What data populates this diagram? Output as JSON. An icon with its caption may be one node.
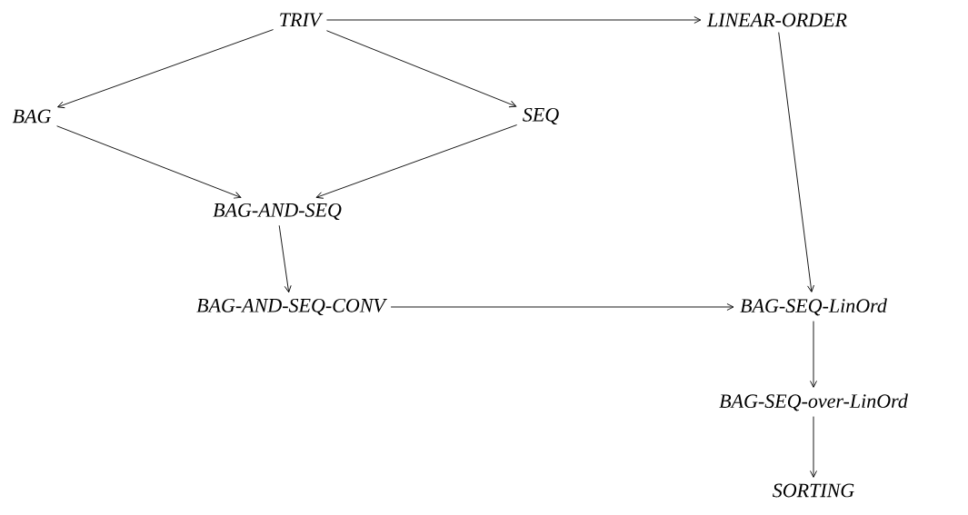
{
  "diagram": {
    "nodes": [
      {
        "text": [
          "TRIV"
        ]
      },
      {
        "text": [
          "LINEAR-ORDER"
        ]
      },
      {
        "text": [
          "BAG"
        ]
      },
      {
        "text": [
          "SEQ"
        ]
      },
      {
        "text": [
          "BAG-AND-SEQ"
        ]
      },
      {
        "text": [
          "BAG-AND-SEQ-CONV"
        ]
      },
      {
        "text": [
          "BAG-SEQ-LinOrd"
        ]
      },
      {
        "text": [
          "BAG-SEQ-over-LinOrd"
        ]
      },
      {
        "text": [
          "SORTING"
        ]
      }
    ],
    "edges": [
      {
        "from": 0,
        "to": 1,
        "arrow": "to"
      },
      {
        "from": 0,
        "to": 2,
        "arrow": "to"
      },
      {
        "from": 0,
        "to": 3,
        "arrow": "to"
      },
      {
        "from": 2,
        "to": 4,
        "arrow": "to"
      },
      {
        "from": 3,
        "to": 4,
        "arrow": "to"
      },
      {
        "from": 4,
        "to": 5,
        "arrow": "to"
      },
      {
        "from": 5,
        "to": 6,
        "arrow": "to"
      },
      {
        "from": 1,
        "to": 6,
        "arrow": "to"
      },
      {
        "from": 6,
        "to": 7,
        "arrow": "to"
      },
      {
        "from": 7,
        "to": 8,
        "arrow": "to"
      }
    ]
  }
}
